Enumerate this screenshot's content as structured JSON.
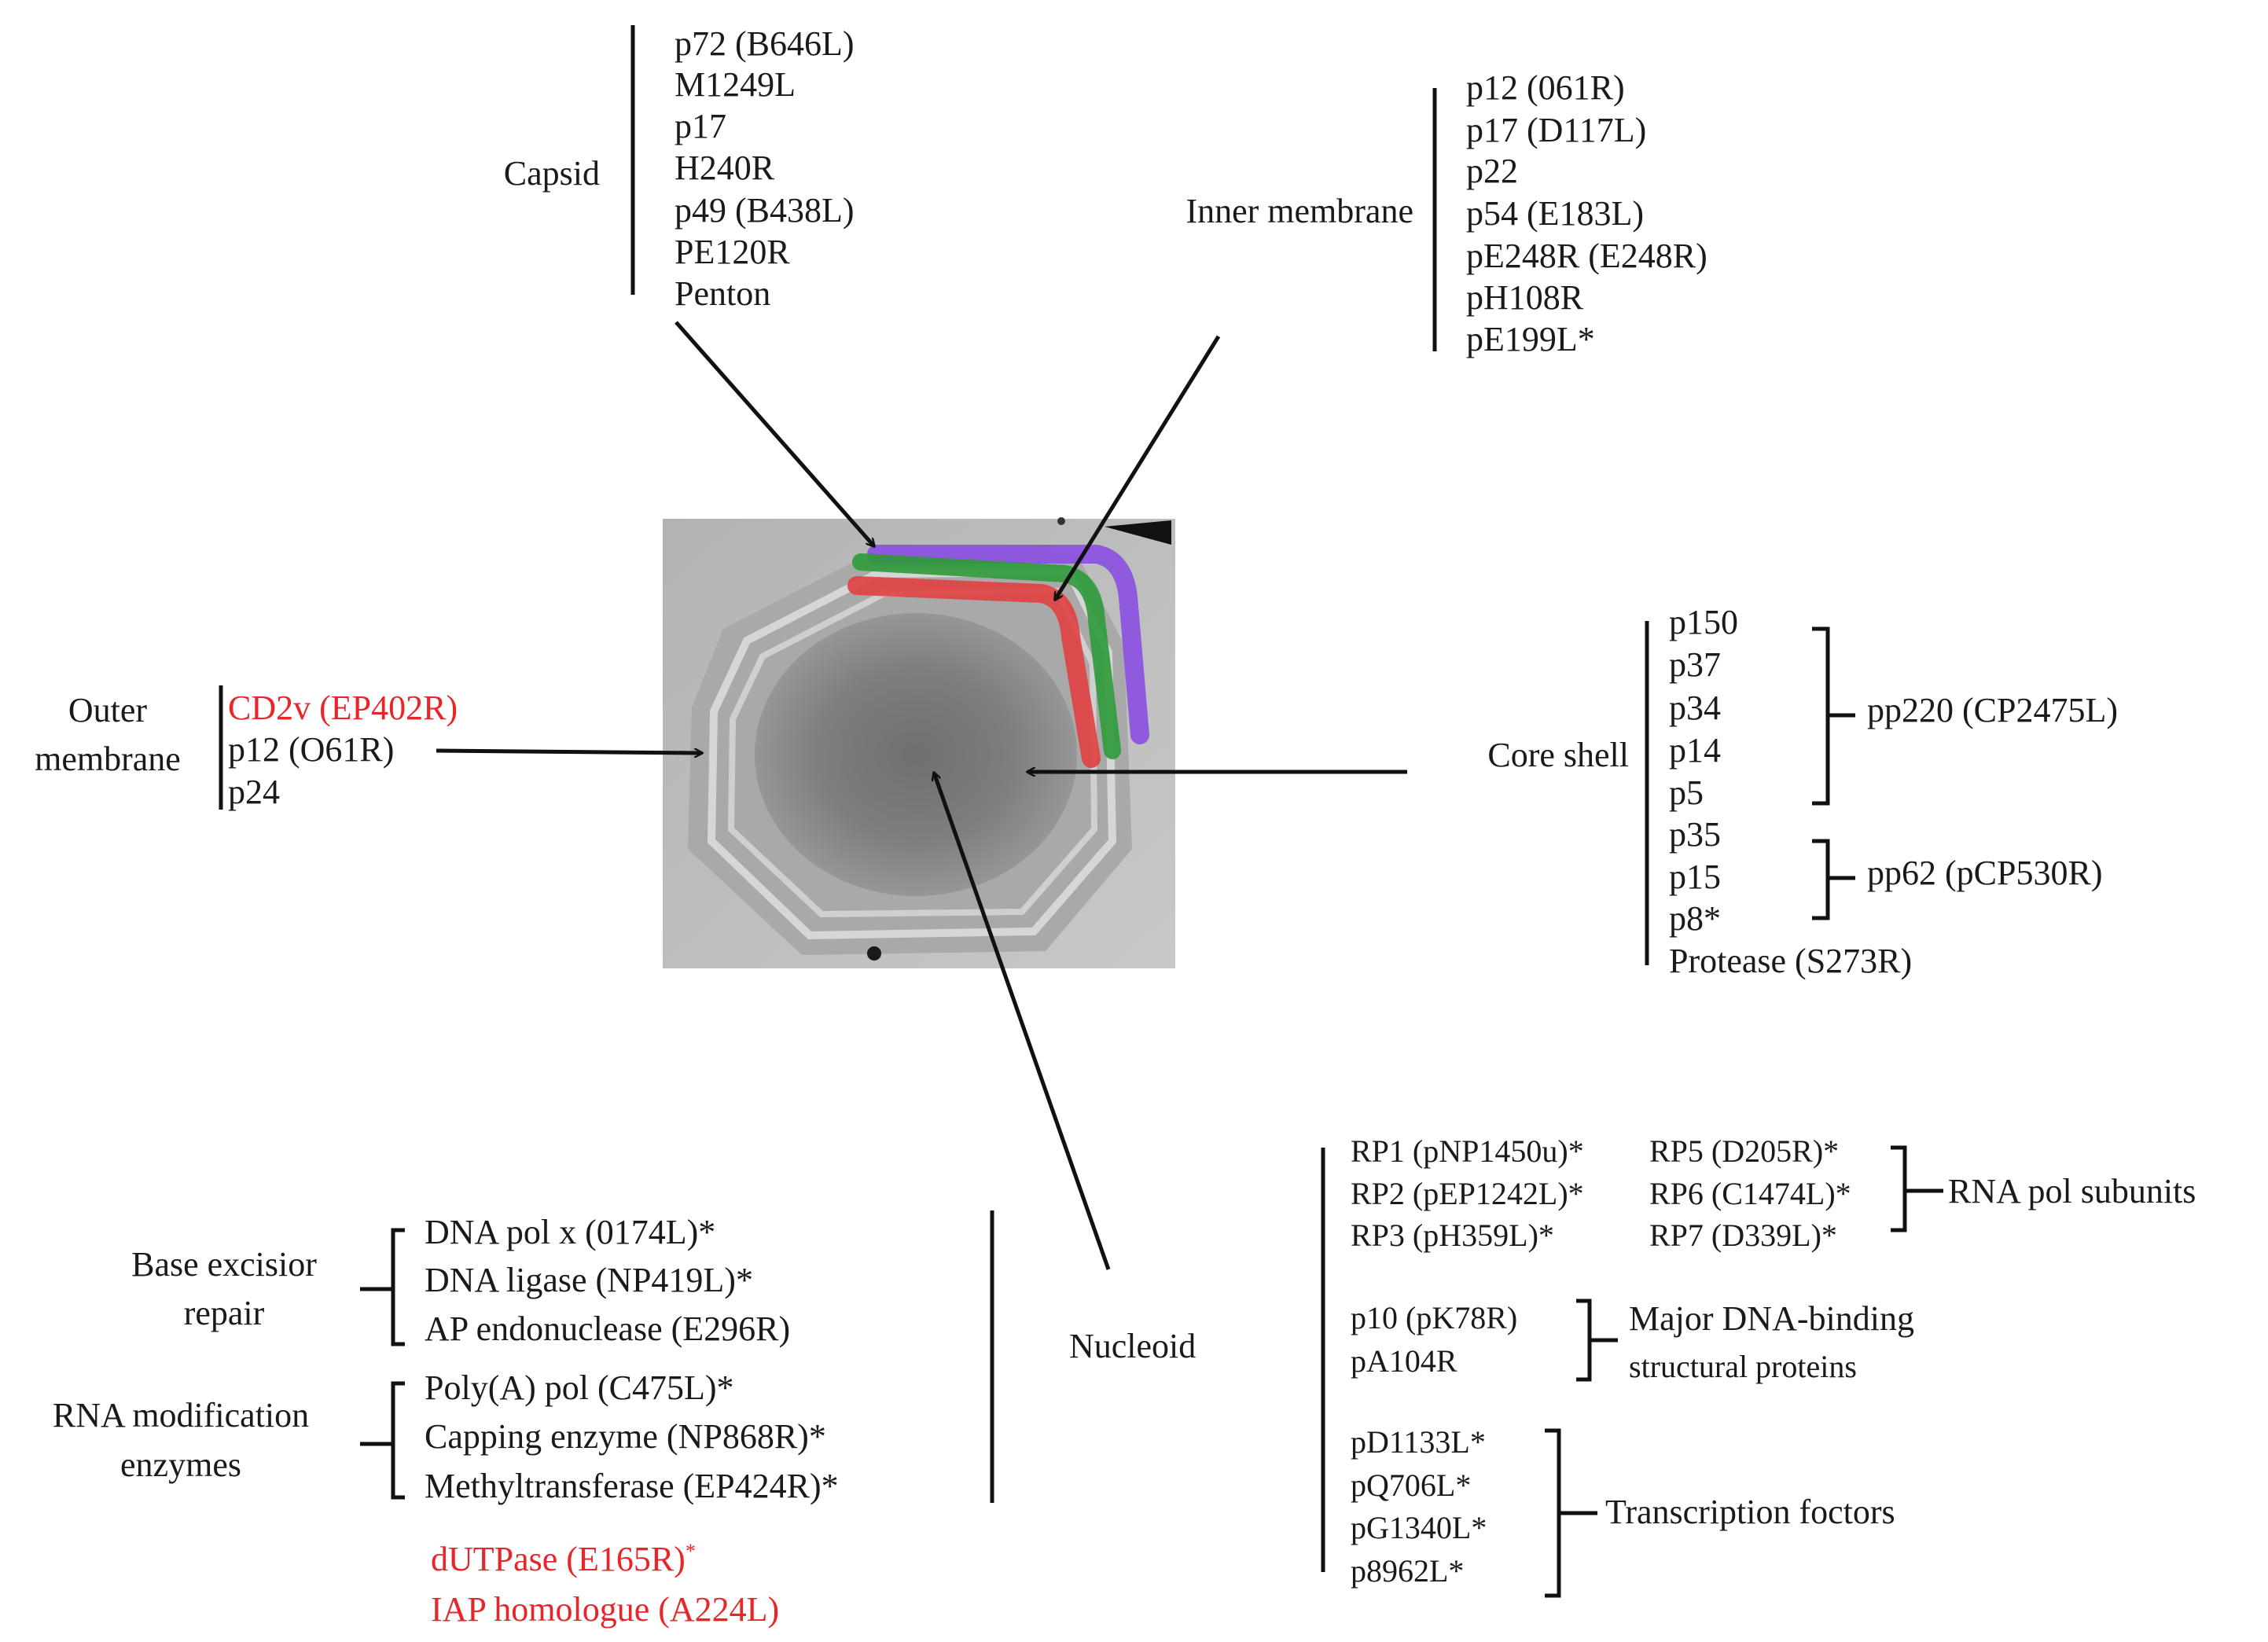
{
  "colors": {
    "text": "#1a1a1a",
    "highlight": "#e8262a",
    "outer_layer": "#8a4fe0",
    "middle_layer": "#2e9a3a",
    "inner_layer": "#e04040"
  },
  "capsid": {
    "label": "Capsid",
    "items": [
      "p72 (B646L)",
      "M1249L",
      "p17",
      "H240R",
      "p49 (B438L)",
      "PE120R",
      "Penton"
    ]
  },
  "inner_membrane": {
    "label": "Inner membrane",
    "items": [
      "p12 (061R)",
      "p17 (D117L)",
      "p22",
      "p54 (E183L)",
      "pE248R (E248R)",
      "pH108R",
      "pE199L*"
    ]
  },
  "outer_membrane": {
    "label_line1": "Outer",
    "label_line2": "membrane",
    "items": [
      "CD2v (EP402R)",
      "p12 (O61R)",
      "p24"
    ]
  },
  "core_shell": {
    "label": "Core shell",
    "items": [
      "p150",
      "p37",
      "p34",
      "p14",
      "p5",
      "p35",
      "p15",
      "p8*",
      "Protease (S273R)"
    ],
    "group1": "pp220 (CP2475L)",
    "group2": "pp62 (pCP530R)"
  },
  "nucleoid": {
    "label": "Nucleoid",
    "base_excision": {
      "label_line1": "Base excisior",
      "label_line2": "repair",
      "items": [
        "DNA pol x (0174L)*",
        "DNA ligase (NP419L)*",
        "AP endonuclease (E296R)"
      ]
    },
    "rna_modification": {
      "label_line1": "RNA modification",
      "label_line2": "enzymes",
      "items": [
        "Poly(A) pol (C475L)*",
        "Capping enzyme (NP868R)*",
        "Methyltransferase (EP424R)*"
      ]
    },
    "other_items": [
      "dUTPase (E165R)",
      "IAP homologue (A224L)"
    ],
    "dutpase_mark": "*",
    "rna_pol": {
      "label": "RNA pol subunits",
      "col1": [
        "RP1 (pNP1450u)*",
        "RP2 (pEP1242L)*",
        "RP3 (pH359L)*"
      ],
      "col2": [
        "RP5 (D205R)*",
        "RP6 (C1474L)*",
        "RP7 (D339L)*"
      ]
    },
    "dna_binding": {
      "label_line1": "Major DNA-binding",
      "label_line2": "structural proteins",
      "items": [
        "p10 (pK78R)",
        "pA104R"
      ]
    },
    "transcription": {
      "label": "Transcription foctors",
      "items": [
        "pD1133L*",
        "pQ706L*",
        "pG1340L*",
        "p8962L*"
      ]
    }
  }
}
